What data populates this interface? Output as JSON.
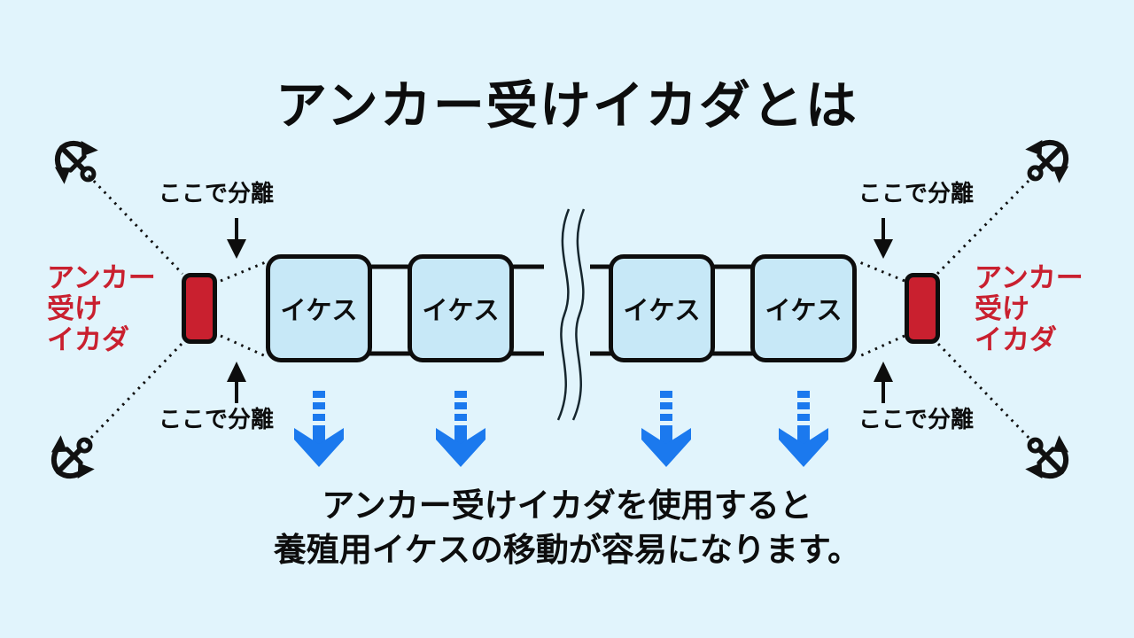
{
  "title": "アンカー受けイカダとは",
  "raft_label": {
    "line1": "アンカー",
    "line2": "受け",
    "line3": "イカダ"
  },
  "separation_labels": [
    "ここで分離",
    "ここで分離",
    "ここで分離",
    "ここで分離"
  ],
  "cage_labels": [
    "イケス",
    "イケス",
    "イケス",
    "イケス"
  ],
  "caption": {
    "line1": "アンカー受けイカダを使用すると",
    "line2": "養殖用イケスの移動が容易になります。"
  },
  "icons": {
    "anchor": "⚓"
  },
  "colors": {
    "background": "#E1F4FC",
    "cage_fill": "#C7E8F7",
    "raft_red": "#C9202F",
    "arrow_blue": "#1B79EE",
    "line_black": "#111111"
  }
}
